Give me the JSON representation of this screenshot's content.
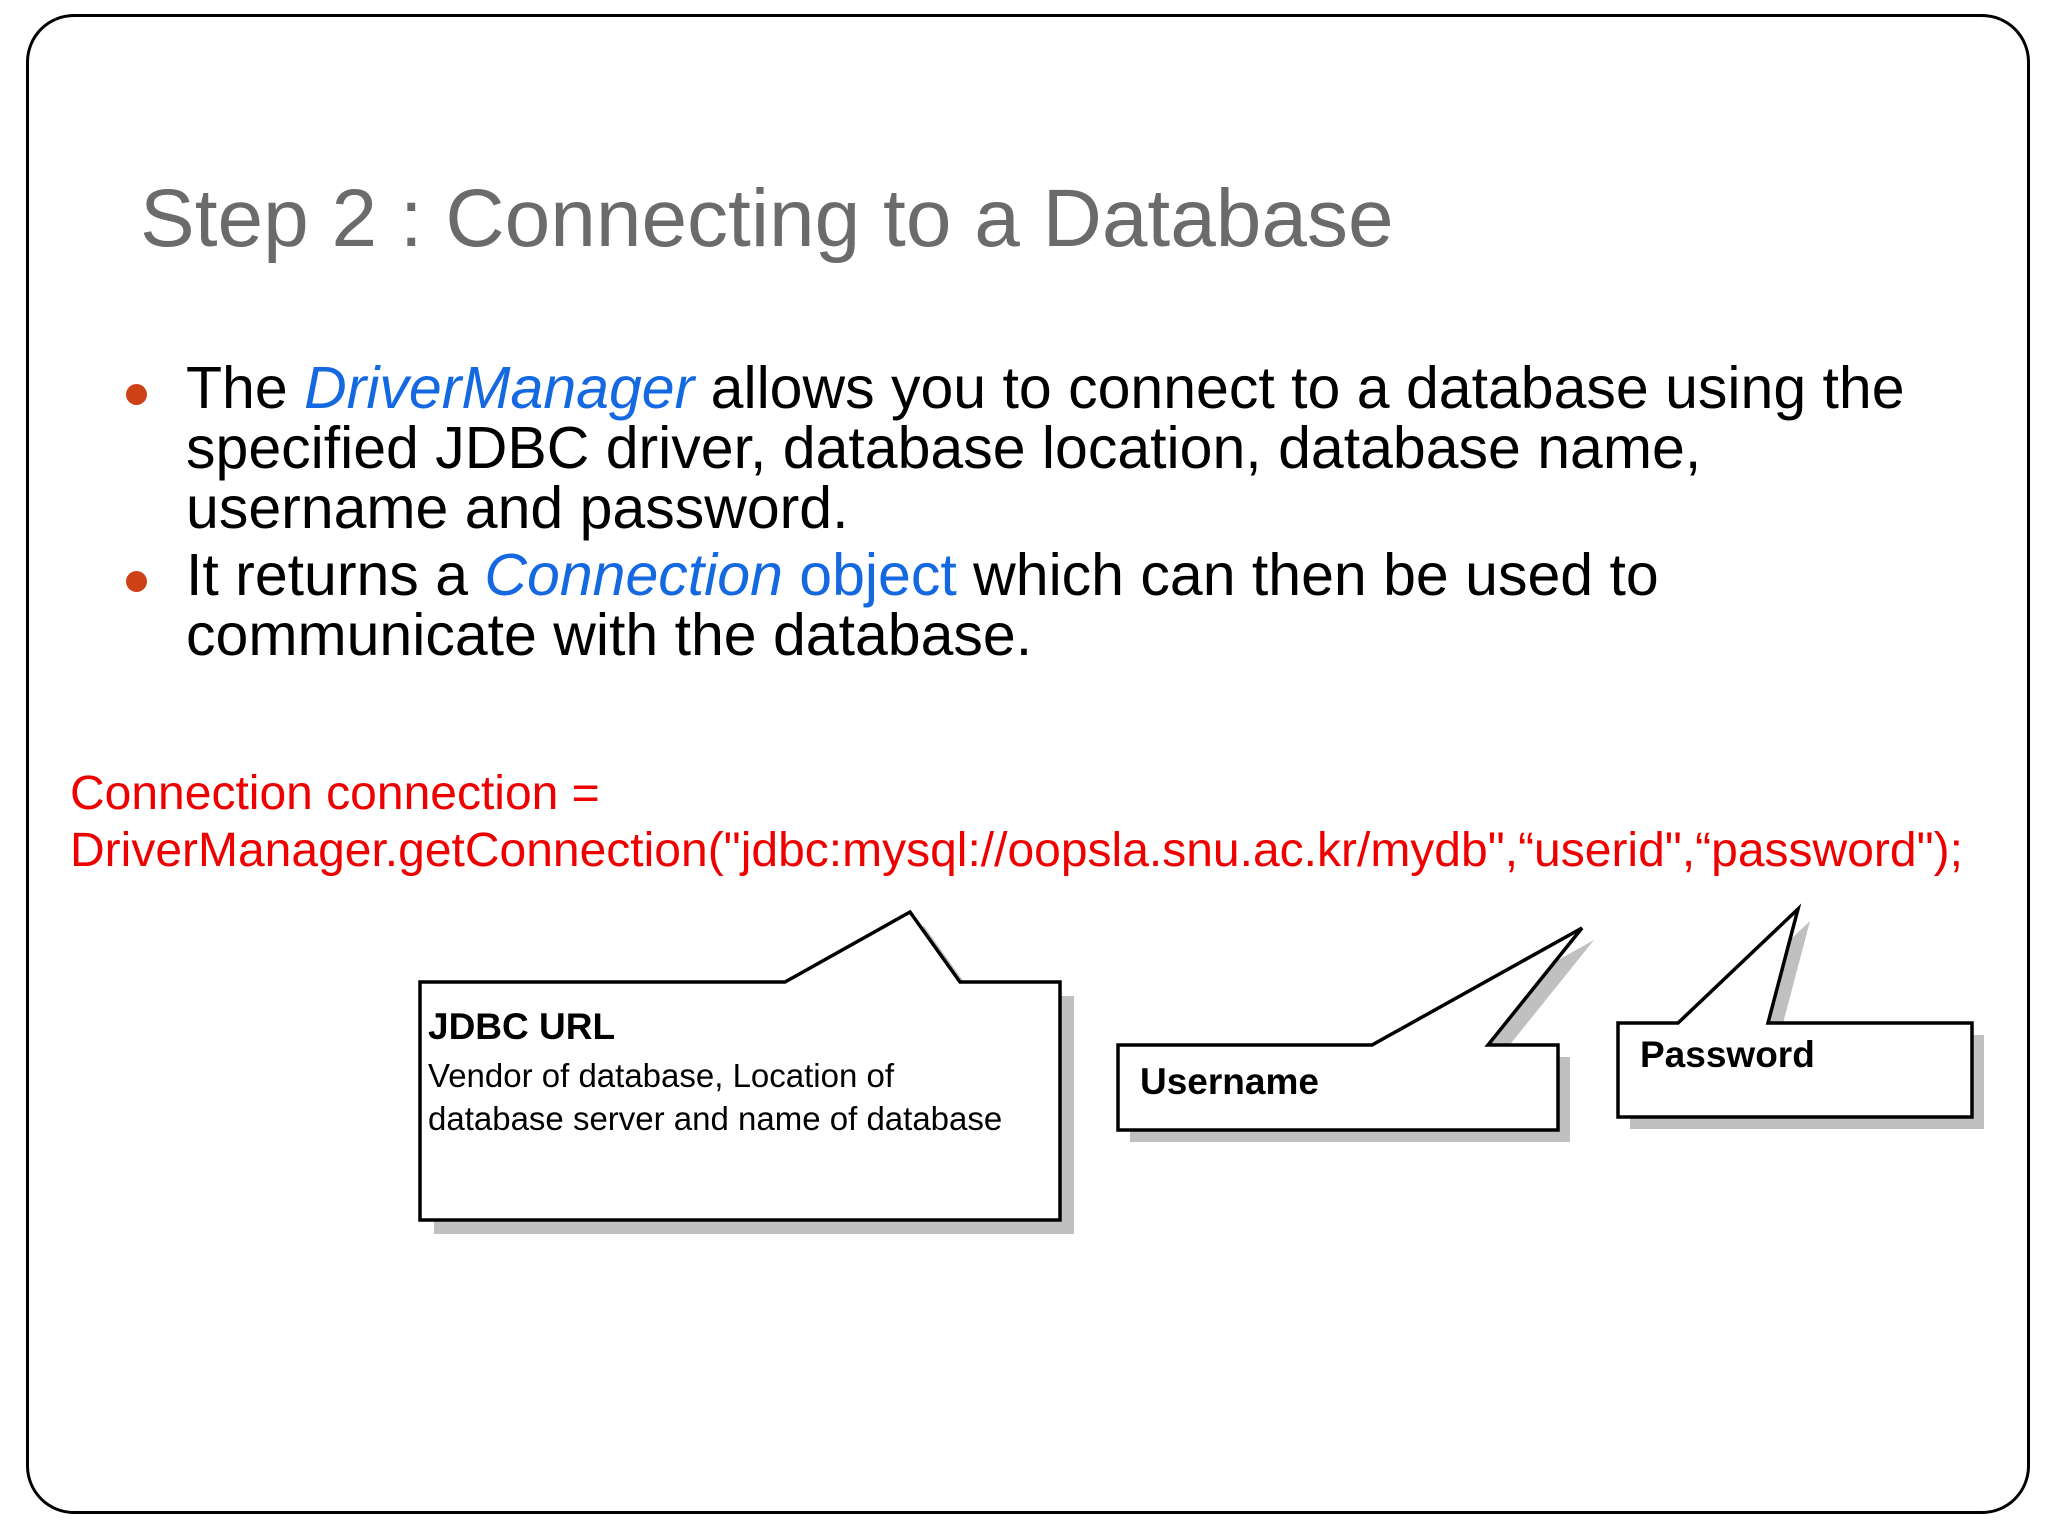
{
  "slide": {
    "title": "Step 2 : Connecting to a Database",
    "title_color": "#6b6b6b",
    "background": "#ffffff",
    "border_color": "#000000"
  },
  "bullets": [
    {
      "marker": "bullet-dot",
      "marker_color": "#cc4216",
      "parts": [
        {
          "text": "The ",
          "style": "plain"
        },
        {
          "text": "DriverManager",
          "style": "blue-italic"
        },
        {
          "text": " allows you to connect to a database using the specified JDBC driver, database location, database name, username and password.",
          "style": "plain"
        }
      ]
    },
    {
      "marker": "bullet-dot",
      "marker_color": "#cc4216",
      "parts": [
        {
          "text": "It returns a ",
          "style": "plain"
        },
        {
          "text": "Connection",
          "style": "blue-italic"
        },
        {
          "text": " object",
          "style": "blue-plain"
        },
        {
          "text": " which can then be used to communicate with the database.",
          "style": "plain"
        }
      ]
    }
  ],
  "code": {
    "color": "#ee0000",
    "lines": [
      "Connection connection =",
      "DriverManager.getConnection(\"jdbc:mysql://oopsla.snu.ac.kr/mydb\",“userid\",“password\");"
    ]
  },
  "callouts": [
    {
      "id": "jdbc-url",
      "title": "JDBC URL",
      "description": "Vendor of database, Location of database server and name of database"
    },
    {
      "id": "username",
      "title": "Username",
      "description": ""
    },
    {
      "id": "password",
      "title": "Password",
      "description": ""
    }
  ]
}
